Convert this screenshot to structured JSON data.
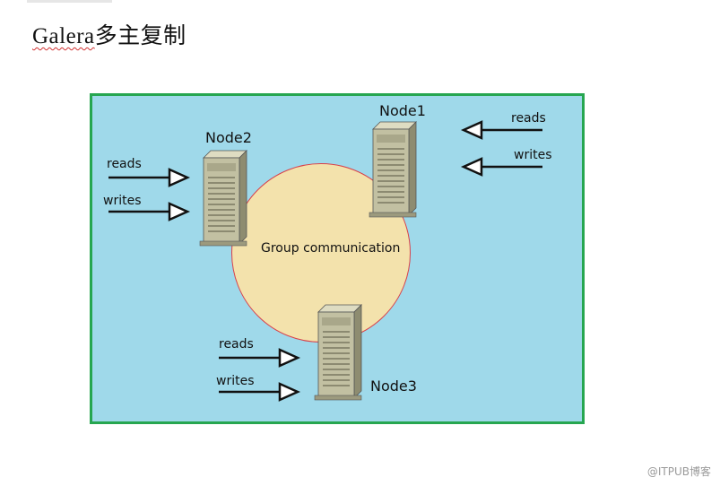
{
  "title": {
    "latin": "Galera",
    "cjk": "多主复制"
  },
  "diagram": {
    "ring_label": "Group communication",
    "nodes": [
      {
        "label": "Node1",
        "reads": "reads",
        "writes": "writes",
        "direction": "left"
      },
      {
        "label": "Node2",
        "reads": "reads",
        "writes": "writes",
        "direction": "right"
      },
      {
        "label": "Node3",
        "reads": "reads",
        "writes": "writes",
        "direction": "right"
      }
    ]
  },
  "watermark": "@ITPUB博客",
  "colors": {
    "background": "#9fd9ea",
    "border": "#26a650",
    "ring_fill": "#f3e2ac",
    "ring_outline": "#d8404a",
    "server": "#c2c0a2"
  }
}
